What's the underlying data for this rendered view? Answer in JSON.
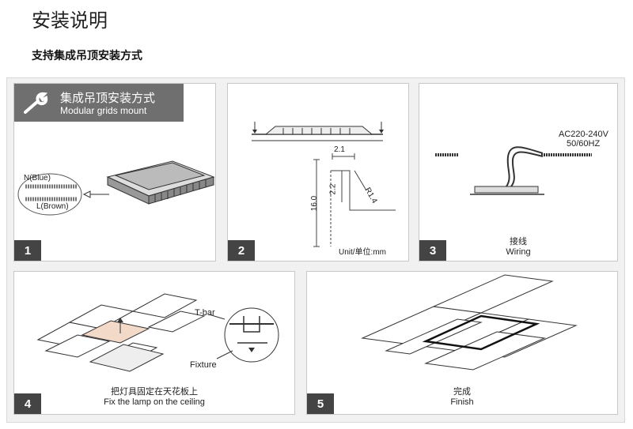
{
  "page": {
    "title": "安装说明",
    "subtitle": "支持集成吊顶安装方式"
  },
  "panel1": {
    "number": "1",
    "header_cn": "集成吊顶安装方式",
    "header_en": "Modular grids mount",
    "wire_blue": "N(Blue)",
    "wire_brown": "L(Brown)",
    "icon": "wrench-icon"
  },
  "panel2": {
    "number": "2",
    "dim_top": "2.1",
    "dim_mid": "2.2",
    "dim_height": "16.0",
    "dim_radius": "R1.4",
    "unit": "Unit/单位:mm"
  },
  "panel3": {
    "number": "3",
    "voltage": "AC220-240V",
    "frequency": "50/60HZ",
    "caption_cn": "接线",
    "caption_en": "Wiring"
  },
  "panel4": {
    "number": "4",
    "tbar": "T-bar",
    "fixture": "Fixture",
    "caption_cn": "把灯具固定在天花板上",
    "caption_en": "Fix the lamp on the ceiling"
  },
  "panel5": {
    "number": "5",
    "caption_cn": "完成",
    "caption_en": "Finish"
  }
}
